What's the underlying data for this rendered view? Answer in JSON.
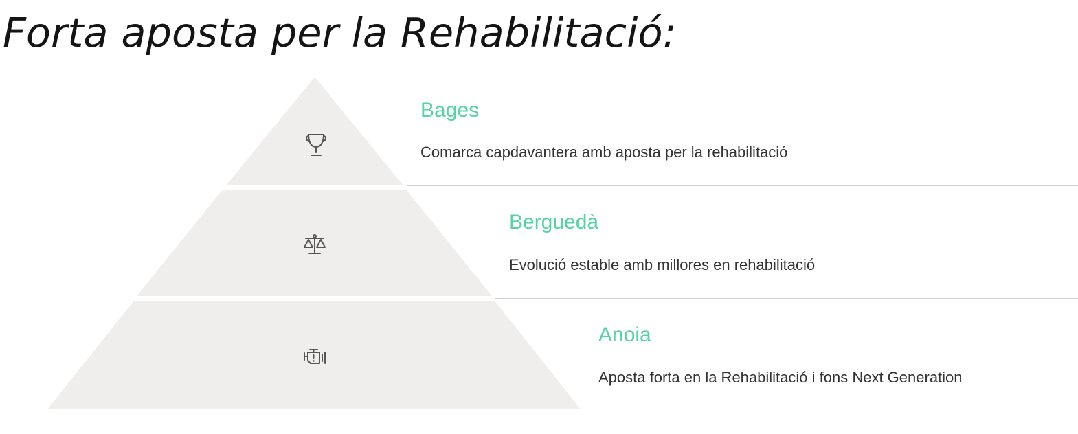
{
  "title": "Forta aposta per la Rehabilitació:",
  "colors": {
    "accent": "#55d3a2",
    "pyramid_fill": "#f0eeec",
    "text": "#333333",
    "icon": "#555555",
    "divider": "#cfcfcf"
  },
  "levels": [
    {
      "name": "Bages",
      "description": "Comarca capdavantera amb aposta per la rehabilitació",
      "icon": "trophy-icon"
    },
    {
      "name": "Berguedà",
      "description": "Evolució estable amb millores en rehabilitació",
      "icon": "balance-scale-icon"
    },
    {
      "name": "Anoia",
      "description": "Aposta forta en la Rehabilitació i fons Next Generation",
      "icon": "engine-warning-icon"
    }
  ]
}
